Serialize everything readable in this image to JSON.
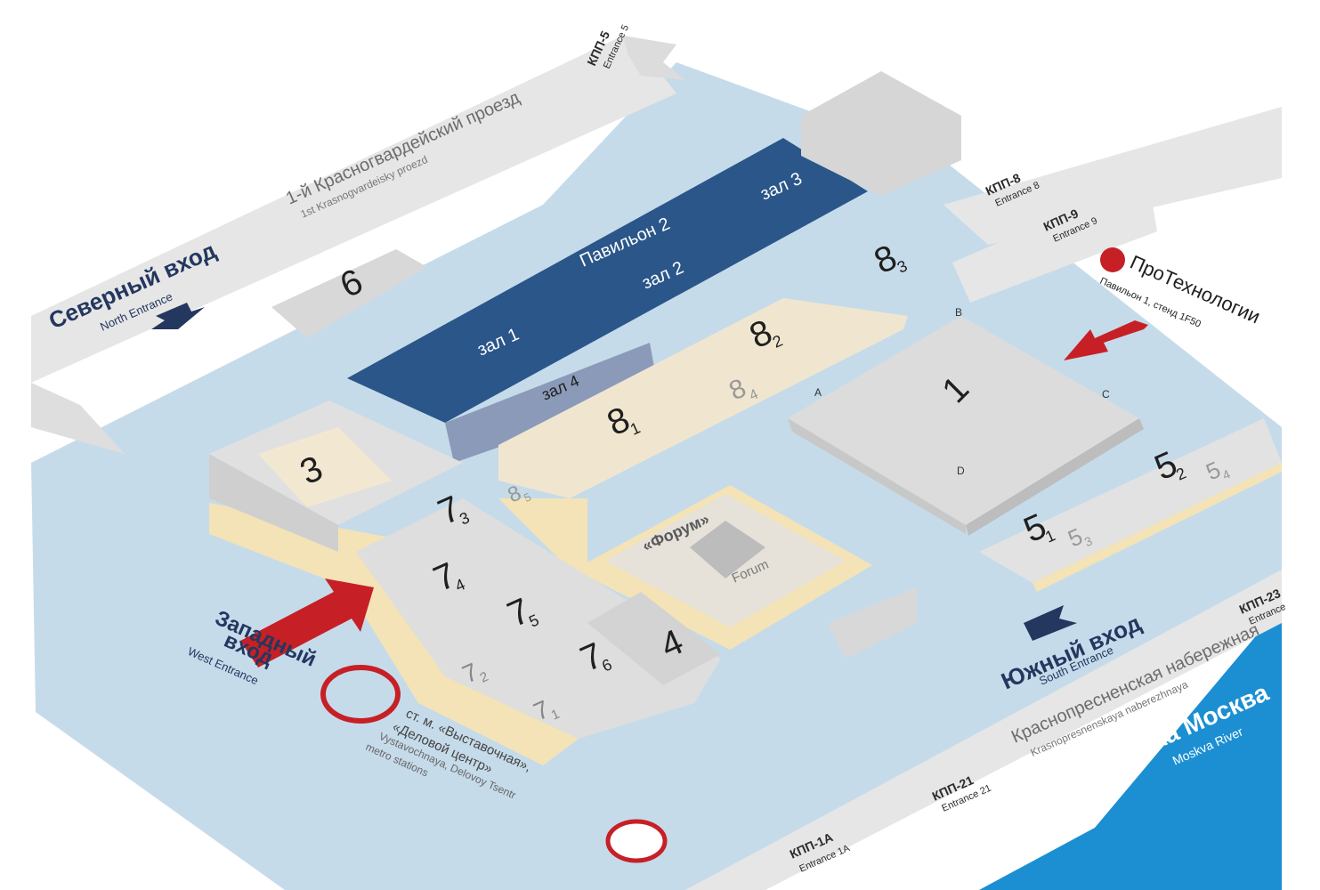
{
  "roads": {
    "north_road_ru": "1-й Красногвардейский проезд",
    "north_road_en": "1st Krasnogvardeisky proezd",
    "south_road_ru": "Краснопресненская набережная",
    "south_road_en": "Krasnopresnenskaya naberezhnaya"
  },
  "river": {
    "ru": "река Москва",
    "en": "Moskva River"
  },
  "entrances": {
    "north": {
      "ru": "Северный вход",
      "en": "North Entrance"
    },
    "south": {
      "ru": "Южный вход",
      "en": "South Entrance"
    },
    "west": {
      "ru_line1": "Западный",
      "ru_line2": "вход",
      "en": "West Entrance"
    }
  },
  "checkpoints": [
    {
      "code": "КПП-5",
      "entrance": "Entrance 5"
    },
    {
      "code": "КПП-8",
      "entrance": "Entrance 8"
    },
    {
      "code": "КПП-9",
      "entrance": "Entrance 9"
    },
    {
      "code": "КПП-21",
      "entrance": "Entrance 21"
    },
    {
      "code": "КПП-1А",
      "entrance": "Entrance 1A"
    },
    {
      "code": "КПП-23",
      "entrance": "Entrance"
    }
  ],
  "metro": {
    "ru_line1": "ст. м. «Выставочная»,",
    "ru_line2": "«Деловой центр»",
    "en_line1": "Vystavochnaya, Delovoy Tsentr",
    "en_line2": "metro stations"
  },
  "pavilion2": {
    "title": "Павильон 2",
    "hall1": "зал 1",
    "hall2": "зал 2",
    "hall3": "зал 3",
    "hall4": "зал 4"
  },
  "forum": {
    "ru": "«Форум»",
    "en": "Forum"
  },
  "exhibitor": {
    "logo_text": "ПроТехнологии",
    "stand": "Павильон 1, стенд 1F50"
  },
  "pavilion_numbers": {
    "p1": "1",
    "p3": "3",
    "p4": "4",
    "p6": "6",
    "corner_a": "A",
    "corner_b": "B",
    "corner_c": "C",
    "corner_d": "D"
  },
  "sub_pavilions": [
    {
      "main": "8",
      "sub": "1"
    },
    {
      "main": "8",
      "sub": "2"
    },
    {
      "main": "8",
      "sub": "3"
    },
    {
      "main": "8",
      "sub": "4"
    },
    {
      "main": "8",
      "sub": "5"
    },
    {
      "main": "7",
      "sub": "1"
    },
    {
      "main": "7",
      "sub": "2"
    },
    {
      "main": "7",
      "sub": "3"
    },
    {
      "main": "7",
      "sub": "4"
    },
    {
      "main": "7",
      "sub": "5"
    },
    {
      "main": "7",
      "sub": "6"
    },
    {
      "main": "5",
      "sub": "1"
    },
    {
      "main": "5",
      "sub": "2"
    },
    {
      "main": "5",
      "sub": "3"
    },
    {
      "main": "5",
      "sub": "4"
    }
  ],
  "colors": {
    "ground": "#c6dbea",
    "pavilion2": "#2a5689",
    "river": "#1b8fd2",
    "accent_red": "#c62026",
    "entrance_navy": "#23375f",
    "walkway": "#f3e3b6"
  }
}
